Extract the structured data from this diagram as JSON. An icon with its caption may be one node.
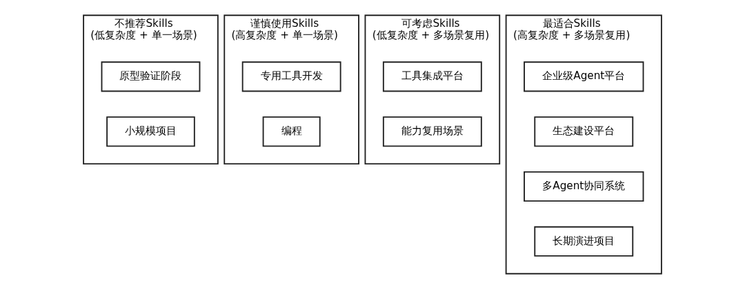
{
  "diagram": {
    "nodes": [
      {
        "text": [
          "不推荐Skills",
          "(低复杂度 + 单一场景)"
        ]
      },
      {
        "text": [
          "原型验证阶段"
        ],
        "in": 0
      },
      {
        "text": [
          "小规模项目"
        ],
        "in": 0
      },
      {
        "text": [
          "谨慎使用Skills",
          "(高复杂度 + 单一场景)"
        ]
      },
      {
        "text": [
          "专用工具开发"
        ],
        "in": 3
      },
      {
        "text": [
          "编程"
        ],
        "in": 3
      },
      {
        "text": [
          "可考虑Skills",
          "(低复杂度 + 多场景复用)"
        ]
      },
      {
        "text": [
          "工具集成平台"
        ],
        "in": 6
      },
      {
        "text": [
          "能力复用场景"
        ],
        "in": 6
      },
      {
        "text": [
          "最适合Skills",
          "(高复杂度 + 多场景复用)"
        ]
      },
      {
        "text": [
          "企业级Agent平台"
        ],
        "in": 9
      },
      {
        "text": [
          "生态建设平台"
        ],
        "in": 9
      },
      {
        "text": [
          "多Agent协同系统"
        ],
        "in": 9
      },
      {
        "text": [
          "长期演进项目"
        ],
        "in": 9
      }
    ],
    "edges": []
  }
}
